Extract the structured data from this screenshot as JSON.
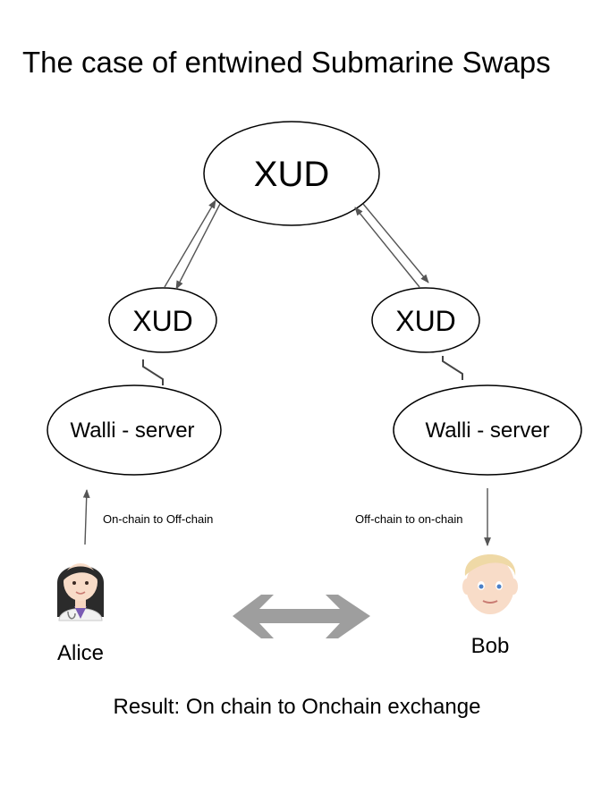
{
  "title": "The case of entwined Submarine Swaps",
  "nodes": {
    "xud_top": "XUD",
    "xud_left": "XUD",
    "xud_right": "XUD",
    "walli_left": "Walli - server",
    "walli_right": "Walli - server"
  },
  "flows": {
    "left": "On-chain to Off-chain",
    "right": "Off-chain to on-chain"
  },
  "people": {
    "alice": "Alice",
    "bob": "Bob"
  },
  "icons": {
    "alice": "woman-health-worker-icon",
    "bob": "blond-man-icon",
    "exchange": "double-arrow-icon",
    "switch": "switch-icon"
  },
  "colors": {
    "exchange_arrow": "#9e9e9e",
    "connector": "#555555"
  },
  "result": "Result:  On chain to Onchain exchange"
}
